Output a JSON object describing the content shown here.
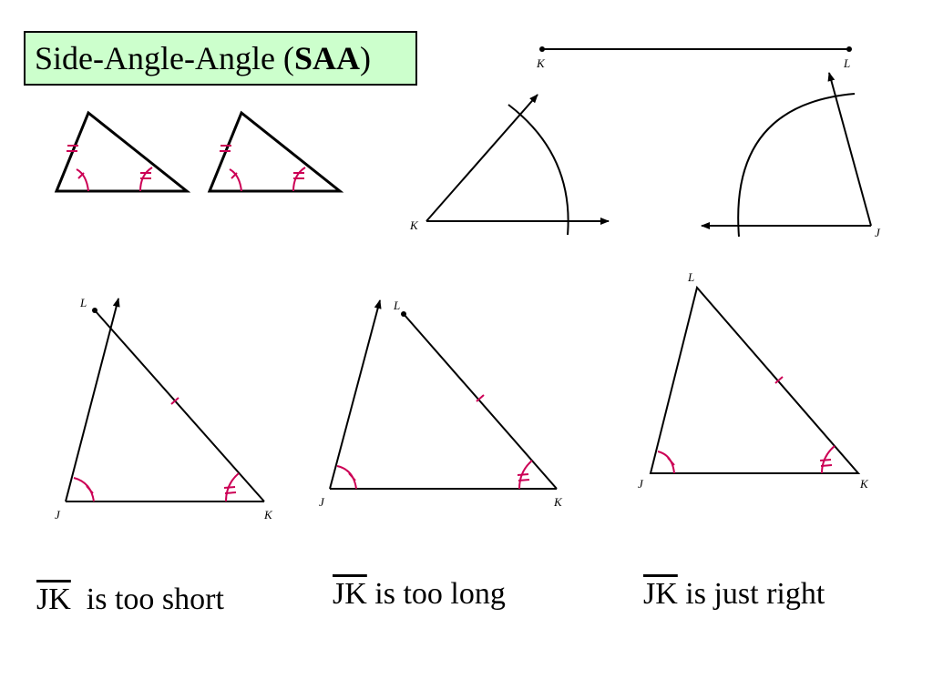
{
  "title": {
    "prefix": "Side-Angle-Angle (",
    "bold": "SAA",
    "suffix": ")"
  },
  "points": {
    "J": "J",
    "K": "K",
    "L": "L"
  },
  "captions": [
    {
      "segment": "JK",
      "text": "is too short"
    },
    {
      "segment": "JK",
      "text": "is too long"
    },
    {
      "segment": "JK",
      "text": "is just right"
    }
  ],
  "colors": {
    "title_bg": "#ccffcc",
    "mark": "#cc0055",
    "line": "#000000"
  }
}
